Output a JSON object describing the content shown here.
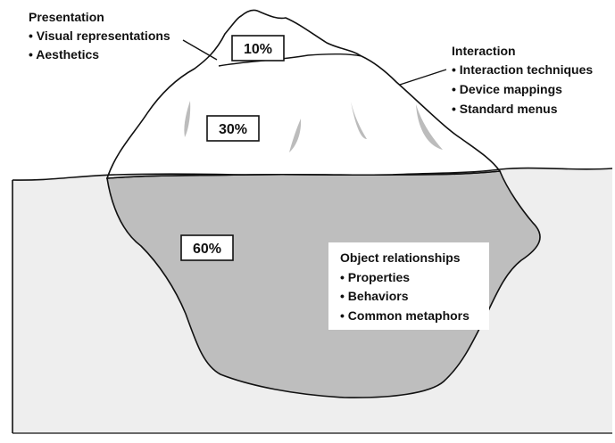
{
  "labels": {
    "presentation": {
      "title": "Presentation",
      "items": [
        "• Visual representations",
        "• Aesthetics"
      ]
    },
    "interaction": {
      "title": "Interaction",
      "items": [
        "• Interaction techniques",
        "• Device mappings",
        "• Standard menus"
      ]
    },
    "object": {
      "title": "Object relationships",
      "items": [
        "• Properties",
        "• Behaviors",
        "• Common metaphors"
      ]
    }
  },
  "percentages": {
    "tip": "10%",
    "above": "30%",
    "below": "60%"
  },
  "colors": {
    "outline": "#111111",
    "water": "#eeeeee",
    "submerged": "#bebebe",
    "ice": "#ffffff",
    "crevice": "#bcbcbc"
  }
}
